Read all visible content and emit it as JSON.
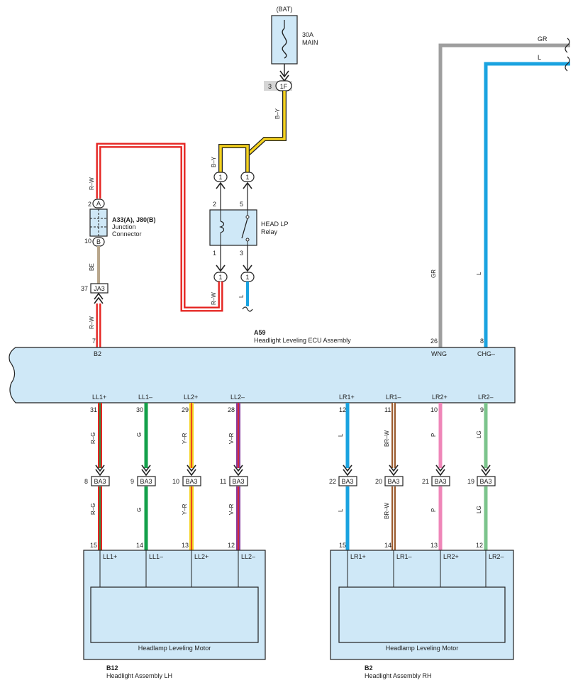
{
  "fuse": {
    "source": "(BAT)",
    "rating": "30A",
    "name": "MAIN"
  },
  "fuse_connector": {
    "pin": "3",
    "id": "1F"
  },
  "relay": {
    "name_line1": "HEAD LP",
    "name_line2": "Relay",
    "pin_top_left": "2",
    "pin_top_right": "5",
    "pin_bottom_left": "1",
    "pin_bottom_right": "3",
    "conn_label": "1"
  },
  "junction": {
    "pin_a_num": "2",
    "pin_a": "A",
    "pin_b_num": "10",
    "pin_b": "B",
    "id": "A33(A), J80(B)",
    "name_line1": "Junction",
    "name_line2": "Connector"
  },
  "ja3": {
    "pin": "37",
    "id": "JA3"
  },
  "ecu": {
    "id": "A59",
    "name": "Headlight Leveling ECU Assembly",
    "top_pins": [
      {
        "num": "7",
        "label": "B2"
      },
      {
        "num": "26",
        "label": "WNG"
      },
      {
        "num": "8",
        "label": "CHG–"
      }
    ],
    "bottom_pins": [
      {
        "label": "LL1+",
        "num": "31"
      },
      {
        "label": "LL1–",
        "num": "30"
      },
      {
        "label": "LL2+",
        "num": "29"
      },
      {
        "label": "LL2–",
        "num": "28"
      },
      {
        "label": "LR1+",
        "num": "12"
      },
      {
        "label": "LR1–",
        "num": "11"
      },
      {
        "label": "LR2+",
        "num": "10"
      },
      {
        "label": "LR2–",
        "num": "9"
      }
    ]
  },
  "wire_labels": {
    "b_y": "B–Y",
    "r_w": "R–W",
    "be": "BE",
    "l": "L",
    "gr": "GR"
  },
  "ba3_connectors": [
    {
      "pin": "8",
      "id": "BA3",
      "wire": "R–G"
    },
    {
      "pin": "9",
      "id": "BA3",
      "wire": "G"
    },
    {
      "pin": "10",
      "id": "BA3",
      "wire": "Y–R"
    },
    {
      "pin": "11",
      "id": "BA3",
      "wire": "V–R"
    },
    {
      "pin": "22",
      "id": "BA3",
      "wire": "L"
    },
    {
      "pin": "20",
      "id": "BA3",
      "wire": "BR–W"
    },
    {
      "pin": "21",
      "id": "BA3",
      "wire": "P"
    },
    {
      "pin": "19",
      "id": "BA3",
      "wire": "LG"
    }
  ],
  "motor_lh": {
    "id": "B12",
    "assembly": "Headlight Assembly LH",
    "title": "Headlamp Leveling Motor",
    "pins": [
      {
        "num": "15",
        "label": "LL1+"
      },
      {
        "num": "14",
        "label": "LL1–"
      },
      {
        "num": "13",
        "label": "LL2+"
      },
      {
        "num": "12",
        "label": "LL2–"
      }
    ]
  },
  "motor_rh": {
    "id": "B2",
    "assembly": "Headlight Assembly RH",
    "title": "Headlamp Leveling Motor",
    "pins": [
      {
        "num": "15",
        "label": "LR1+"
      },
      {
        "num": "14",
        "label": "LR1–"
      },
      {
        "num": "13",
        "label": "LR2+"
      },
      {
        "num": "12",
        "label": "LR2–"
      }
    ]
  },
  "colors": {
    "red": "#e52421",
    "black_yellow": "#f5d21e",
    "gray": "#9e9e9e",
    "blue": "#1aa3e0",
    "beige": "#b9a78c",
    "green": "#13a04a",
    "yellow": "#f5d21e",
    "violet": "#8a3fa0",
    "brown": "#9a5a2e",
    "pink": "#ef86b8",
    "light_green": "#7cc48c",
    "component_fill": "#cfe8f7"
  }
}
